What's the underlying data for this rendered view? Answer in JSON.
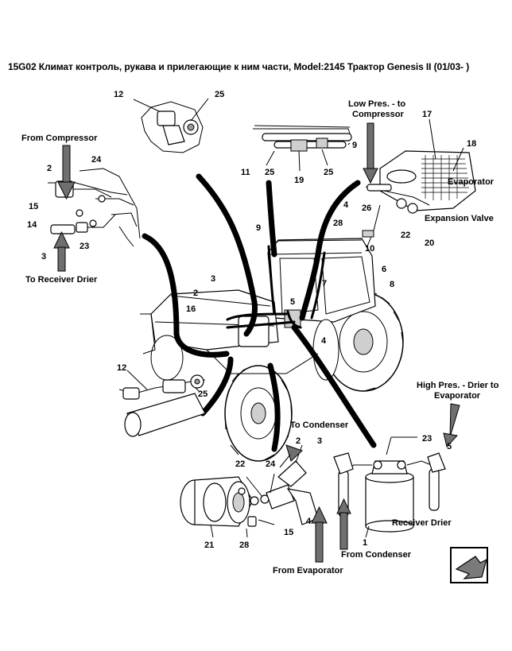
{
  "title": "15G02 Климат контроль, рукава и прилегающие к ним части, Model:2145 Трактор Genesis II (01/03- )",
  "labels": {
    "from_compressor": "From Compressor",
    "to_receiver_drier": "To Receiver Drier",
    "low_pres_line1": "Low Pres. - to",
    "low_pres_line2": "Compressor",
    "evaporator": "Evaporator",
    "expansion_valve": "Expansion Valve",
    "to_condenser": "To Condenser",
    "high_pres_line1": "High Pres. - Drier to",
    "high_pres_line2": "Evaporator",
    "receiver_drier": "Receiver Drier",
    "from_condenser": "From Condenser",
    "from_evaporator": "From Evaporator"
  },
  "callouts": {
    "n12a": "12",
    "n25a": "25",
    "n9a": "9",
    "n11": "11",
    "n25b": "25",
    "n19": "19",
    "n25c": "25",
    "n17": "17",
    "n18": "18",
    "n2a": "2",
    "n24a": "24",
    "n15a": "15",
    "n14": "14",
    "n23a": "23",
    "n3a": "3",
    "n4a": "4",
    "n26": "26",
    "n28a": "28",
    "n22a": "22",
    "n20": "20",
    "n10": "10",
    "n9b": "9",
    "n2b": "2",
    "n3b": "3",
    "n16": "16",
    "n7": "7",
    "n6": "6",
    "n8": "8",
    "n5a": "5",
    "n4b": "4",
    "n12b": "12",
    "n25d": "25",
    "n2c": "2",
    "n3c": "3",
    "n23b": "23",
    "n5b": "5",
    "n22b": "22",
    "n24b": "24",
    "n15b": "15",
    "n4c": "4",
    "n21": "21",
    "n28b": "28",
    "n1": "1"
  }
}
